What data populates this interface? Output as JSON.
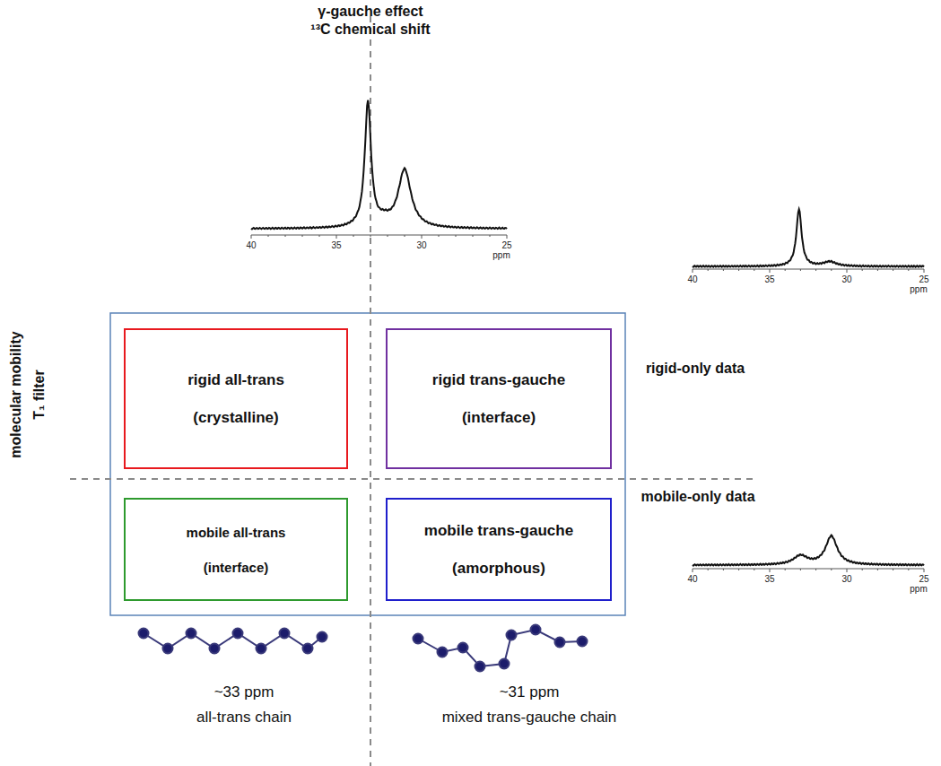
{
  "diagram": {
    "nodes": [
      {
        "text": [
          "rigid all-trans",
          "(crystalline)"
        ]
      },
      {
        "text": [
          "rigid trans-gauche",
          "(interface)"
        ]
      },
      {
        "text": [
          "mobile all-trans",
          "(interface)"
        ]
      },
      {
        "text": [
          "mobile trans-gauche",
          "(amorphous)"
        ]
      }
    ],
    "labels": [
      "γ-gauche effect",
      "¹³C chemical shift",
      "molecular mobility",
      "T₁ filter",
      "rigid-only data",
      "mobile-only data",
      "~33 ppm",
      "all-trans chain",
      "~31 ppm",
      "mixed trans-gauche chain",
      "40",
      "35",
      "30",
      "25",
      "ppm",
      "40",
      "35",
      "30",
      "25",
      "ppm",
      "40",
      "35",
      "30",
      "25",
      "ppm"
    ]
  }
}
